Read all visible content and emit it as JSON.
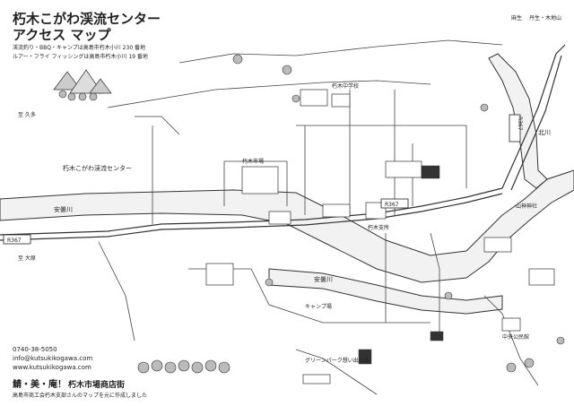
{
  "header": {
    "title_line1": "朽木こがわ渓流センター",
    "title_line2": "アクセス マップ",
    "info_line1": "渓流釣り・BBQ・キャンプは高島市朽木小川 230 番地",
    "info_line2": "ルアー・フライ フィッシングは高島市朽木小川 19 番地"
  },
  "labels": {
    "center": "朽木こがわ渓流センター",
    "river_main": "安曇川",
    "river_main_2": "安曇川",
    "river_north": "北川",
    "road_r367_left": "R367",
    "road_r367_mid": "R367",
    "road_r367_right": "R367",
    "junction_kuta": "至 久多",
    "junction_ohara": "至 大原",
    "shrine": "山神神社",
    "camp": "グリーンパーク想い出の森",
    "campsite": "キャンプ場",
    "pref_top": "丹生・木地山",
    "pref_top2": "麻生",
    "hall": "中央公民館",
    "station": "朽木支所",
    "school": "朽木中学校",
    "market": "朽木市場"
  },
  "footer": {
    "phone": "0740-38-5050",
    "email": "info@kutsukikogawa.com",
    "web": "www.kutsukikogawa.com",
    "tagline": "鯖・美・庵！",
    "tagline_right": "朽木市場商店街",
    "note": "高島市商工会朽木支部さんのマップを元に作成しました"
  }
}
